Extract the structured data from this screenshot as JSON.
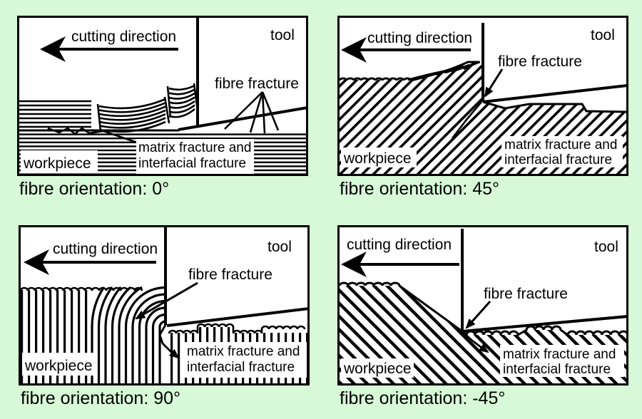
{
  "figure": {
    "background_color": "#d7f9d7",
    "ink_color": "#000000",
    "labels": {
      "cutting_direction": "cutting direction",
      "tool": "tool",
      "fibre_fracture": "fibre fracture",
      "workpiece": "workpiece",
      "matrix_fracture_line1": "matrix fracture and",
      "matrix_fracture_line2": "interfacial fracture"
    },
    "panels": [
      {
        "caption": "fibre orientation: 0°"
      },
      {
        "caption": "fibre orientation: 45°"
      },
      {
        "caption": "fibre orientation: 90°"
      },
      {
        "caption": "fibre orientation: -45°"
      }
    ]
  }
}
